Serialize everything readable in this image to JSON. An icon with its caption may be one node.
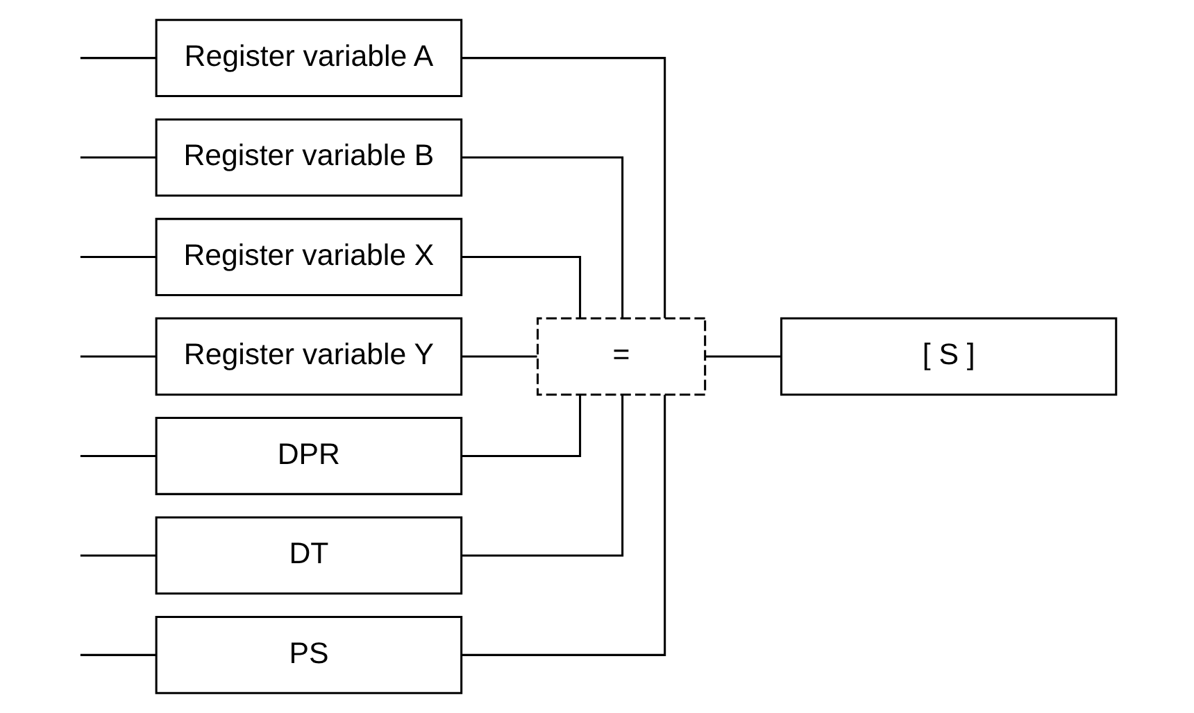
{
  "diagram": {
    "nodes": [
      {
        "text": [
          "Register variable A"
        ]
      },
      {
        "text": [
          "Register variable B"
        ]
      },
      {
        "text": [
          "Register variable X"
        ]
      },
      {
        "text": [
          "Register variable Y"
        ]
      },
      {
        "text": [
          "DPR"
        ]
      },
      {
        "text": [
          "DT"
        ]
      },
      {
        "text": [
          "PS"
        ]
      },
      {
        "text": [
          "="
        ]
      },
      {
        "text": [
          "[ S ]"
        ]
      }
    ],
    "edges": [
      {
        "from": null,
        "to": 0,
        "arrow": "none"
      },
      {
        "from": null,
        "to": 1,
        "arrow": "none"
      },
      {
        "from": null,
        "to": 2,
        "arrow": "none"
      },
      {
        "from": null,
        "to": 3,
        "arrow": "none"
      },
      {
        "from": null,
        "to": 4,
        "arrow": "none"
      },
      {
        "from": null,
        "to": 5,
        "arrow": "none"
      },
      {
        "from": null,
        "to": 6,
        "arrow": "none"
      },
      {
        "from": 0,
        "to": 7,
        "arrow": "none"
      },
      {
        "from": 1,
        "to": 7,
        "arrow": "none"
      },
      {
        "from": 2,
        "to": 7,
        "arrow": "none"
      },
      {
        "from": 3,
        "to": 7,
        "arrow": "none"
      },
      {
        "from": 4,
        "to": 7,
        "arrow": "none"
      },
      {
        "from": 5,
        "to": 7,
        "arrow": "none"
      },
      {
        "from": 6,
        "to": 7,
        "arrow": "none"
      },
      {
        "from": 7,
        "to": 8,
        "arrow": "none"
      }
    ]
  }
}
